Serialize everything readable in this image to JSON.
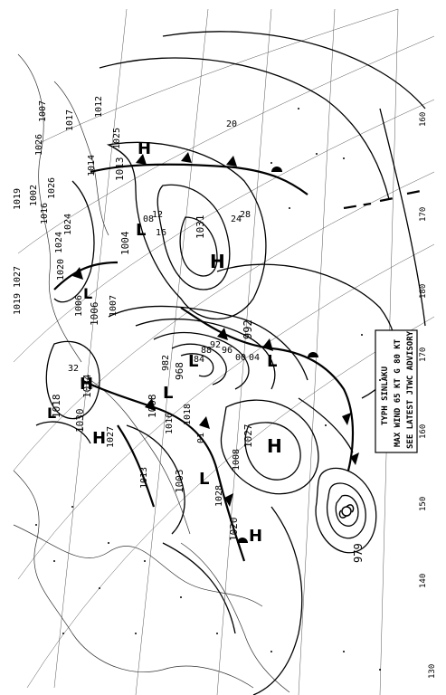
{
  "advisory": {
    "line1": "TYPH SINLAKU",
    "line2": "MAX WIND 65 KT G 80 KT",
    "line3": "SEE LATEST JTWC ADVISORY"
  },
  "centers": [
    {
      "kind": "H",
      "pressure": "1031"
    },
    {
      "kind": "H",
      "pressure": "1027"
    },
    {
      "kind": "H",
      "pressure": "1034"
    },
    {
      "kind": "H",
      "pressure": "1030"
    },
    {
      "kind": "H",
      "pressure": "1020"
    },
    {
      "kind": "H",
      "pressure": "1013"
    },
    {
      "kind": "L",
      "pressure": "1004"
    },
    {
      "kind": "L",
      "pressure": "992"
    },
    {
      "kind": "L",
      "pressure": "968"
    },
    {
      "kind": "L",
      "pressure": "1008"
    },
    {
      "kind": "L",
      "pressure": "1003"
    },
    {
      "kind": "L",
      "pressure": "1018"
    },
    {
      "kind": "L",
      "pressure": "1006"
    },
    {
      "kind": "TY",
      "pressure": "979"
    }
  ],
  "isobar_labels": [
    "1012",
    "1007",
    "1026",
    "1017",
    "1025",
    "1024",
    "1016",
    "1002",
    "1014",
    "1013",
    "1018",
    "1016",
    "1008",
    "1019",
    "1027",
    "1020",
    "1006",
    "1007",
    "12",
    "16",
    "20",
    "24",
    "28",
    "32",
    "08",
    "04",
    "00",
    "96",
    "92",
    "88",
    "84",
    "01",
    "982",
    "1026",
    "1024",
    "1028"
  ],
  "longitude_labels": [
    "130",
    "140",
    "150",
    "160",
    "170",
    "180",
    "170",
    "160"
  ],
  "top_labels": [
    "1027",
    "1019"
  ]
}
